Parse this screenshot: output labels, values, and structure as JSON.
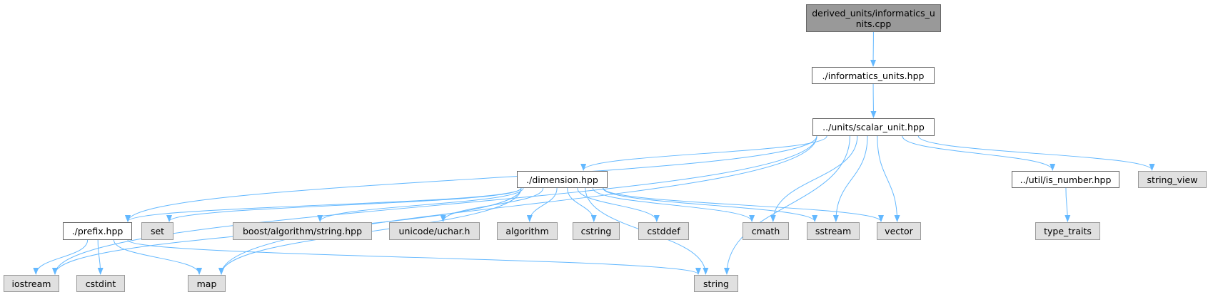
{
  "diagram": {
    "type": "include-dependency-graph",
    "colors": {
      "edge": "#63b8ff",
      "root_fill": "#999999",
      "header_fill": "#ffffff",
      "system_fill": "#e0e0e0",
      "border": "#666666"
    },
    "nodes": {
      "root": "derived_units/informatics_units.cpp",
      "informatics_units_hpp": "./informatics_units.hpp",
      "scalar_unit_hpp": "../units/scalar_unit.hpp",
      "dimension_hpp": "./dimension.hpp",
      "is_number_hpp": "../util/is_number.hpp",
      "string_view": "string_view",
      "prefix_hpp": "./prefix.hpp",
      "set": "set",
      "boost_string_hpp": "boost/algorithm/string.hpp",
      "unicode_uchar_h": "unicode/uchar.h",
      "algorithm": "algorithm",
      "cstring": "cstring",
      "cstddef": "cstddef",
      "cmath": "cmath",
      "sstream": "sstream",
      "vector": "vector",
      "type_traits": "type_traits",
      "iostream": "iostream",
      "cstdint": "cstdint",
      "map": "map",
      "string": "string"
    },
    "edges": [
      [
        "root",
        "informatics_units_hpp"
      ],
      [
        "informatics_units_hpp",
        "scalar_unit_hpp"
      ],
      [
        "scalar_unit_hpp",
        "dimension_hpp"
      ],
      [
        "scalar_unit_hpp",
        "is_number_hpp"
      ],
      [
        "scalar_unit_hpp",
        "string_view"
      ],
      [
        "scalar_unit_hpp",
        "iostream"
      ],
      [
        "scalar_unit_hpp",
        "prefix_hpp"
      ],
      [
        "scalar_unit_hpp",
        "cmath"
      ],
      [
        "scalar_unit_hpp",
        "sstream"
      ],
      [
        "scalar_unit_hpp",
        "vector"
      ],
      [
        "scalar_unit_hpp",
        "map"
      ],
      [
        "scalar_unit_hpp",
        "string"
      ],
      [
        "dimension_hpp",
        "prefix_hpp"
      ],
      [
        "dimension_hpp",
        "set"
      ],
      [
        "dimension_hpp",
        "boost_string_hpp"
      ],
      [
        "dimension_hpp",
        "unicode_uchar_h"
      ],
      [
        "dimension_hpp",
        "algorithm"
      ],
      [
        "dimension_hpp",
        "cstring"
      ],
      [
        "dimension_hpp",
        "cstddef"
      ],
      [
        "dimension_hpp",
        "cmath"
      ],
      [
        "dimension_hpp",
        "sstream"
      ],
      [
        "dimension_hpp",
        "vector"
      ],
      [
        "dimension_hpp",
        "iostream"
      ],
      [
        "dimension_hpp",
        "map"
      ],
      [
        "dimension_hpp",
        "string"
      ],
      [
        "is_number_hpp",
        "type_traits"
      ],
      [
        "prefix_hpp",
        "iostream"
      ],
      [
        "prefix_hpp",
        "cstdint"
      ],
      [
        "prefix_hpp",
        "map"
      ],
      [
        "prefix_hpp",
        "string"
      ]
    ]
  }
}
